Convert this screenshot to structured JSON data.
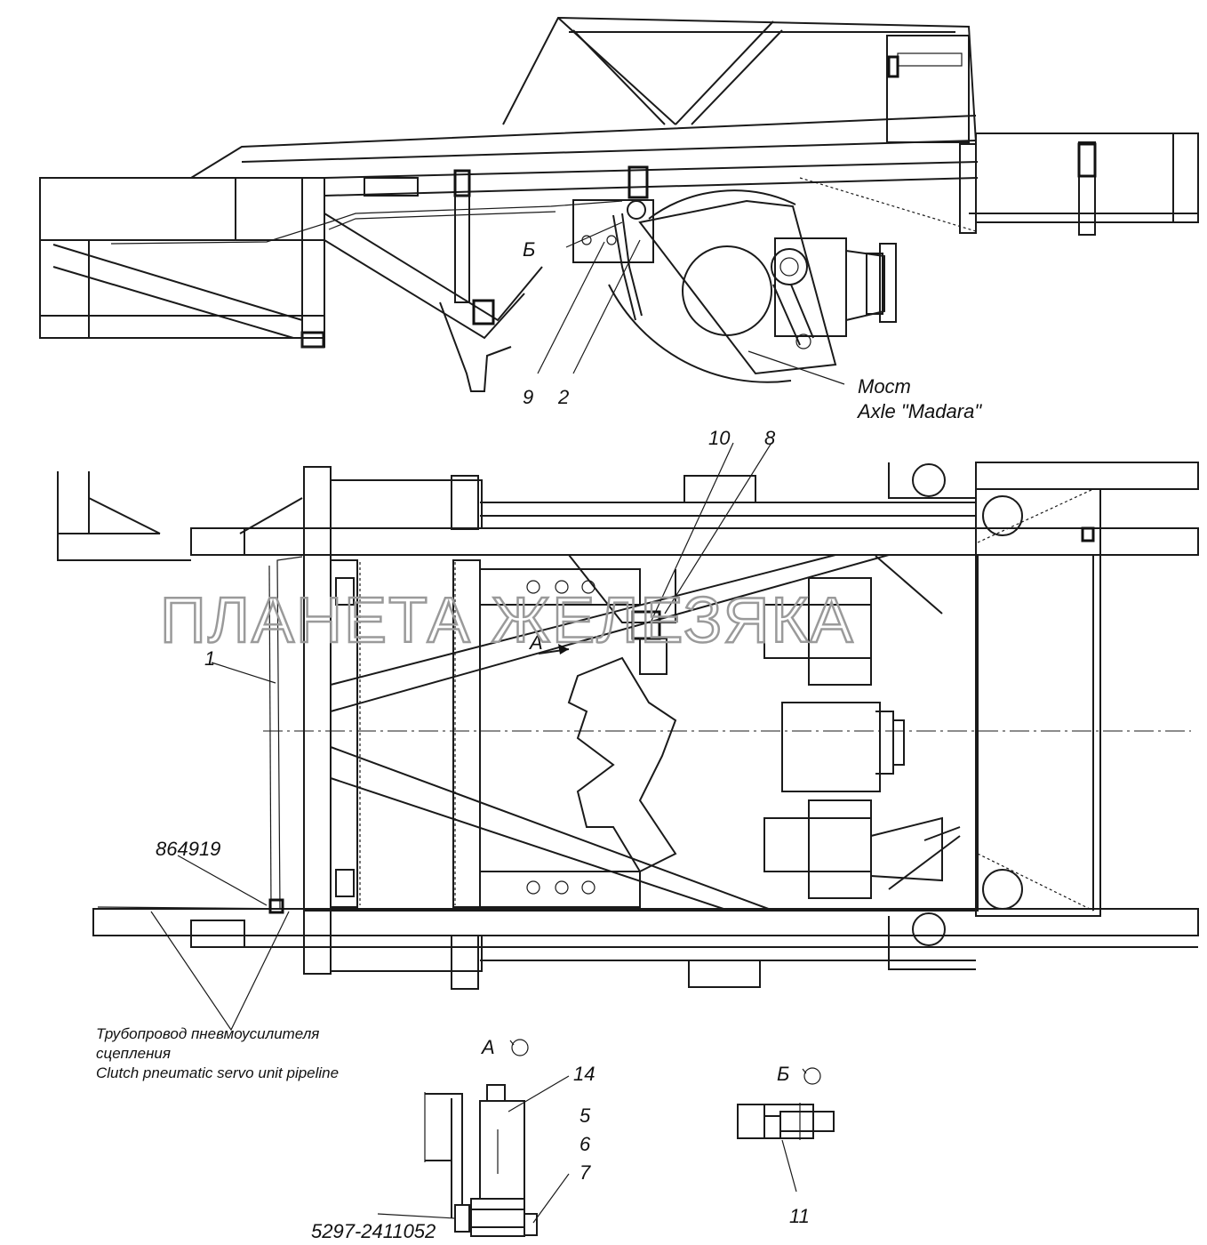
{
  "watermark": "ПЛАНЕТА ЖЕЛЕЗЯКА",
  "top_view": {
    "axle_label_ru": "Мост",
    "axle_label_en": "Axle \"Madara\"",
    "callouts": {
      "b_letter": "Б",
      "n9": "9",
      "n2": "2"
    }
  },
  "plan_view": {
    "callouts": {
      "n10": "10",
      "n8": "8",
      "n1": "1",
      "arrow_a": "А",
      "part_864919": "864919"
    },
    "pipeline_note": {
      "line1": "Трубопровод пневмоусилителя",
      "line2": "сцепления",
      "line3": "Clutch pneumatic servo unit  pipeline"
    }
  },
  "detail_a": {
    "title": "А",
    "callouts": {
      "n14": "14",
      "n5": "5",
      "n6": "6",
      "n7": "7",
      "part_5297": "5297-2411052"
    }
  },
  "detail_b": {
    "title": "Б",
    "callouts": {
      "n11": "11"
    }
  }
}
